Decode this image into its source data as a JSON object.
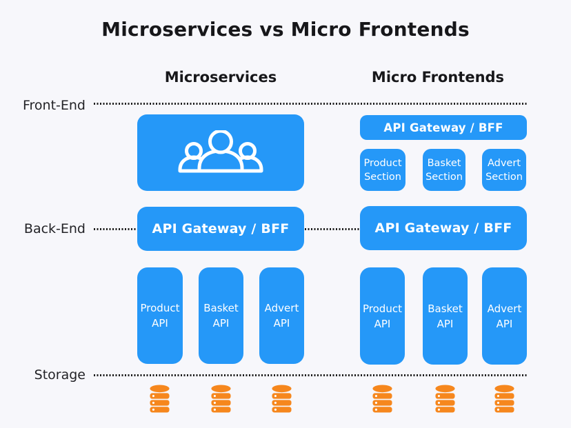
{
  "title": "Microservices vs Micro Frontends",
  "headers": {
    "left": "Microservices",
    "right": "Micro Frontends"
  },
  "layers": {
    "frontend": "Front-End",
    "backend": "Back-End",
    "storage": "Storage"
  },
  "microservices": {
    "frontend_icon": "users-group-icon",
    "gateway_label": "API Gateway / BFF",
    "apis": [
      {
        "line1": "Product",
        "line2": "API"
      },
      {
        "line1": "Basket",
        "line2": "API"
      },
      {
        "line1": "Advert",
        "line2": "API"
      }
    ]
  },
  "micro_frontends": {
    "top_gateway_label": "API Gateway / BFF",
    "sections": [
      {
        "line1": "Product",
        "line2": "Section"
      },
      {
        "line1": "Basket",
        "line2": "Section"
      },
      {
        "line1": "Advert",
        "line2": "Section"
      }
    ],
    "gateway_label": "API Gateway / BFF",
    "apis": [
      {
        "line1": "Product",
        "line2": "API"
      },
      {
        "line1": "Basket",
        "line2": "API"
      },
      {
        "line1": "Advert",
        "line2": "API"
      }
    ]
  },
  "colors": {
    "box_blue": "#2598f8",
    "database_orange": "#f6871d",
    "background": "#f7f7fb",
    "line_dark": "#1b1b1b"
  }
}
